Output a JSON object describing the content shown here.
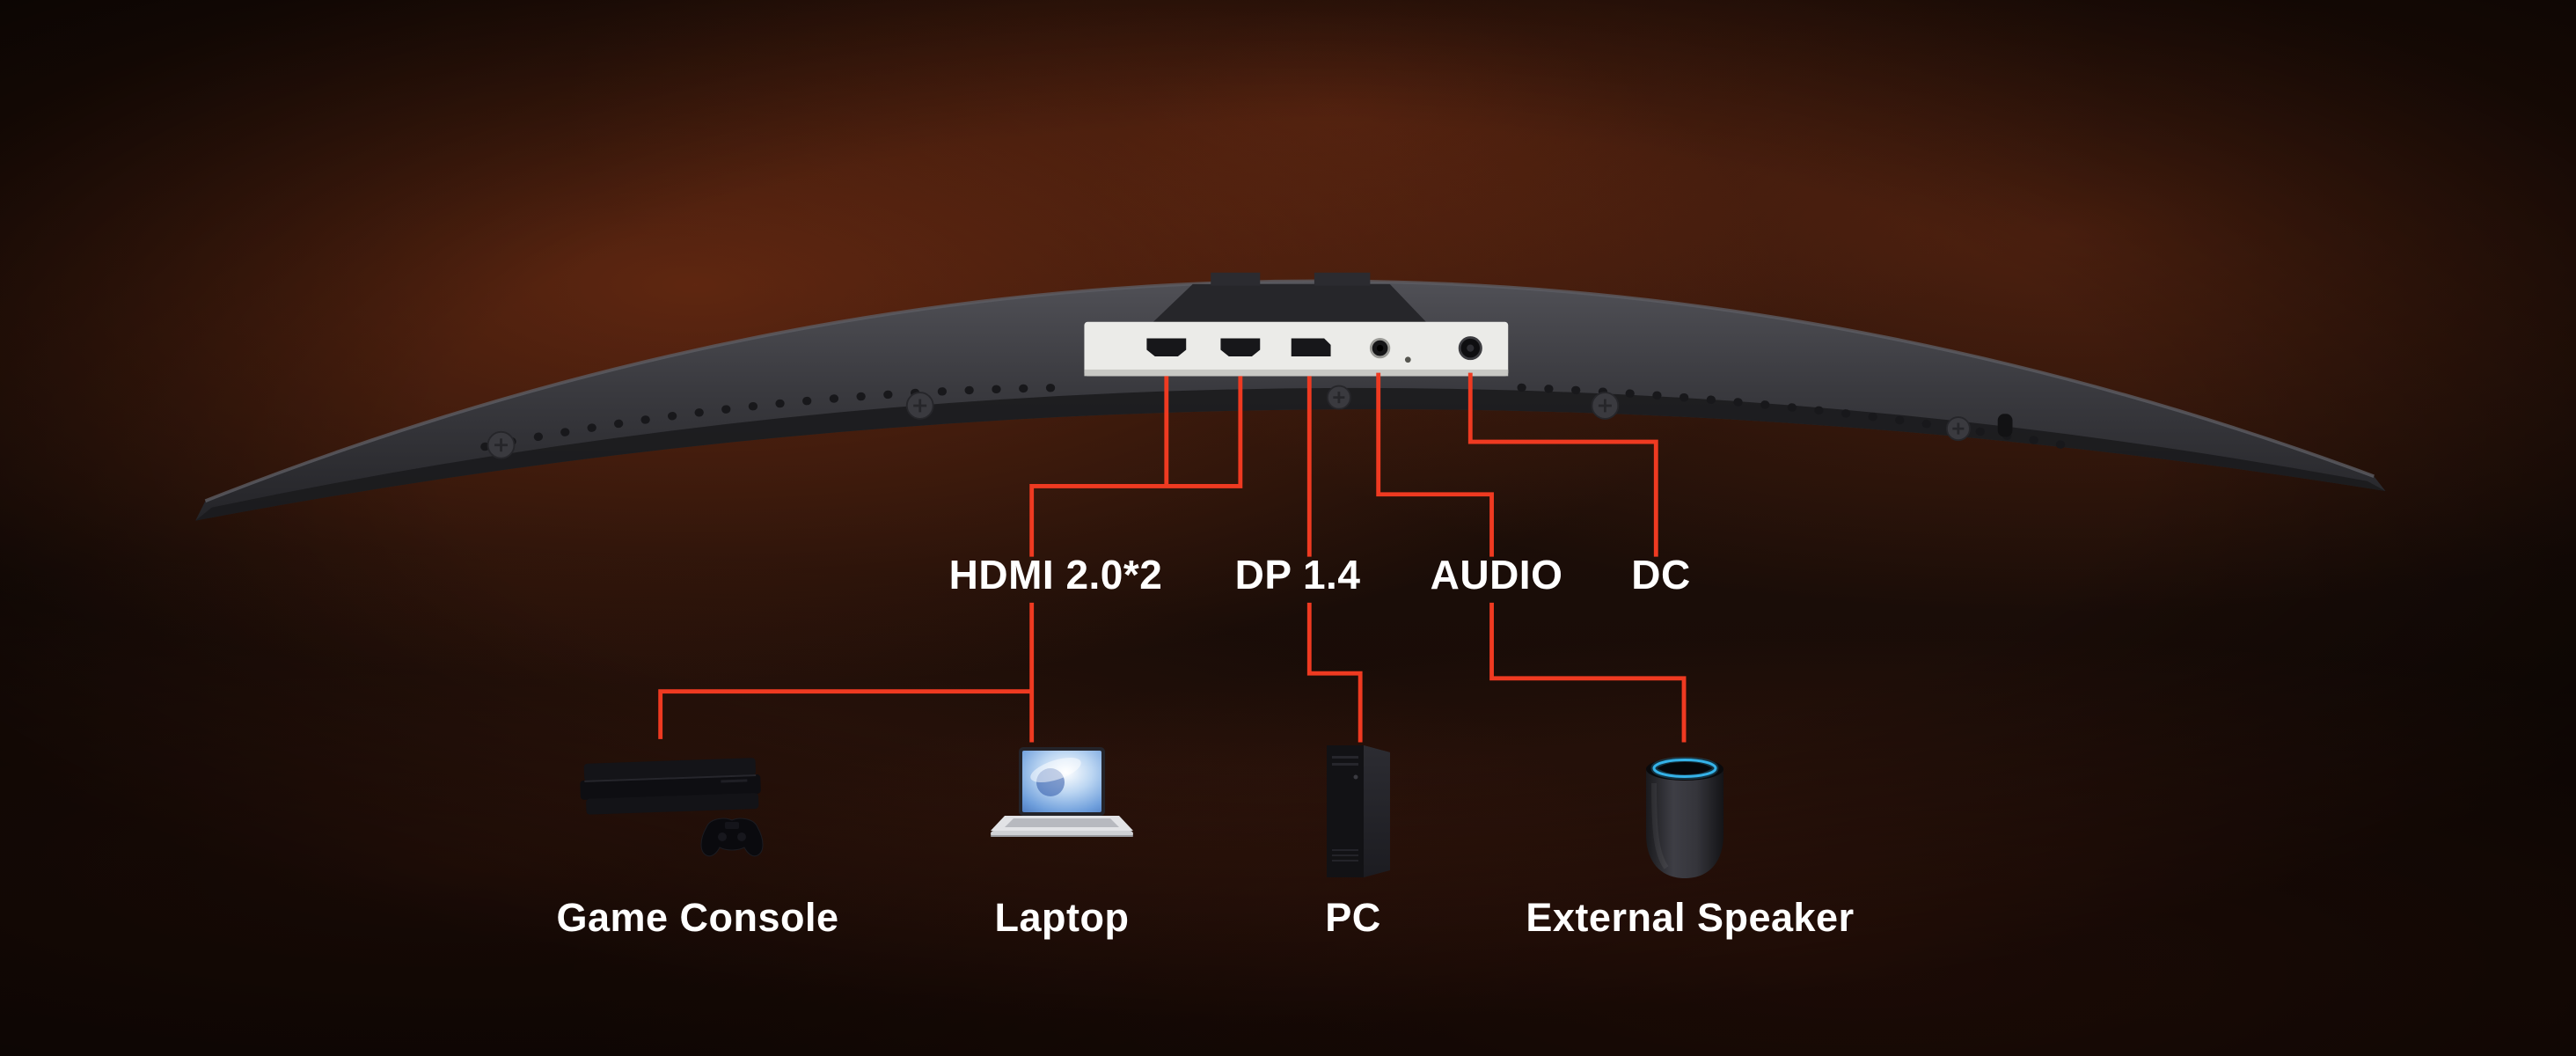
{
  "colors": {
    "accent": "#ef3a21",
    "label_text": "#ffffff",
    "panel": "#ebebe8",
    "speaker_ring": "#35b2e8"
  },
  "ports": {
    "hdmi": {
      "label": "HDMI 2.0*2"
    },
    "dp": {
      "label": "DP 1.4"
    },
    "audio": {
      "label": "AUDIO"
    },
    "dc": {
      "label": "DC"
    }
  },
  "devices": {
    "game_console": {
      "label": "Game Console"
    },
    "laptop": {
      "label": "Laptop"
    },
    "pc": {
      "label": "PC"
    },
    "speaker": {
      "label": "External Speaker"
    }
  },
  "icons": {
    "monitor": "monitor-rear-icon",
    "hdmi_port": "hdmi-port-icon",
    "dp_port": "dp-port-icon",
    "audio_jack": "audio-jack-icon",
    "dc_jack": "dc-jack-icon",
    "game_console": "game-console-icon",
    "laptop": "laptop-icon",
    "pc": "pc-icon",
    "speaker": "speaker-icon"
  }
}
